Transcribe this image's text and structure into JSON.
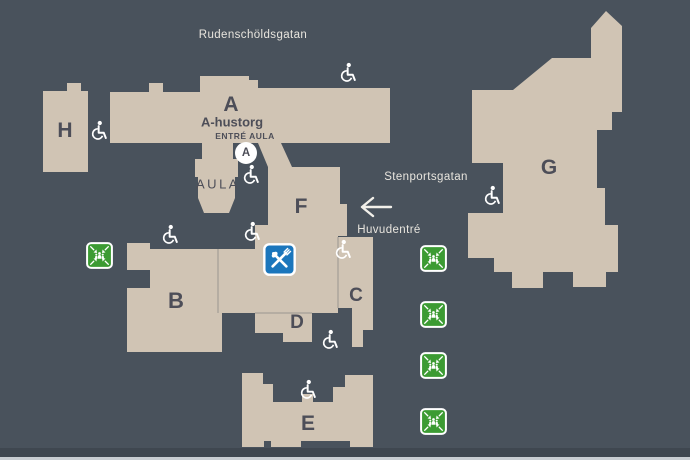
{
  "map": {
    "streets": {
      "top": "Rudenschöldsgatan",
      "right": "Stenportsgatan"
    },
    "entrance": {
      "label": "Huvudentré"
    },
    "buildings": [
      {
        "letter": "A"
      },
      {
        "letter": "B"
      },
      {
        "letter": "C"
      },
      {
        "letter": "D"
      },
      {
        "letter": "E"
      },
      {
        "letter": "F"
      },
      {
        "letter": "G"
      },
      {
        "letter": "H"
      }
    ],
    "labels": {
      "square": "A-hustorg",
      "entrance_aula": "ENTRÉ AULA",
      "aula": "AULA",
      "aula_marker": "A"
    },
    "icons": {
      "wheelchair": "accessible-entrance",
      "assembly": "assembly-point",
      "restaurant": "restaurant",
      "wheelchair_count": 9,
      "assembly_count": 5,
      "restaurant_count": 1
    },
    "colors": {
      "background": "#49525C",
      "building": "#D0C4B4",
      "footer": "#3F4750",
      "footer_line": "#C8CDD2",
      "assembly_green": "#3C9B33",
      "restaurant_blue": "#1B76BC",
      "text_light": "#E8E5DE",
      "text_dark": "#4D4E58"
    }
  }
}
